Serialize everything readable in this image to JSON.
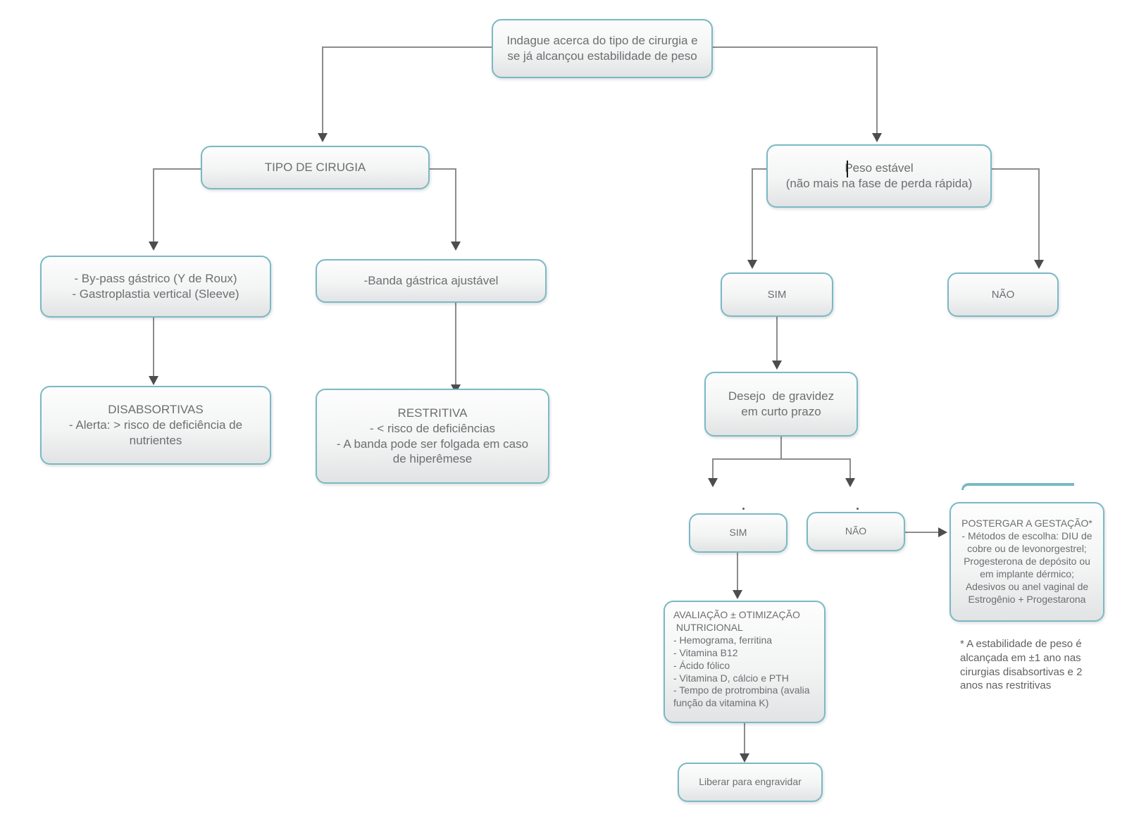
{
  "colors": {
    "box_border": "#7ab9c5",
    "box_fill_top": "#fdfdfd",
    "box_fill_bottom": "#e2e3e4",
    "text": "#6d6e71",
    "connector": "#8a8c8e",
    "arrowhead": "#4d4d4f"
  },
  "nodes": {
    "indague": {
      "lines": [
        "Indague acerca do tipo de cirurgia e",
        "se já alcançou estabilidade de peso"
      ]
    },
    "tipo_cirugia": {
      "label": "TIPO DE CIRUGIA"
    },
    "peso_estavel": {
      "lines": [
        "Peso estável",
        "(não mais na fase de perda rápida)"
      ]
    },
    "bypass_sleeve": {
      "lines": [
        "- By-pass gástrico (Y de Roux)",
        "- Gastroplastia vertical (Sleeve)"
      ]
    },
    "banda_gastrica": {
      "label": "-Banda gástrica ajustável"
    },
    "disabsortivas": {
      "lines": [
        "DISABSORTIVAS",
        "- Alerta: > risco de deficiência de",
        "nutrientes"
      ]
    },
    "restritiva": {
      "lines": [
        "RESTRITIVA",
        "- < risco de deficiências",
        "- A banda pode ser folgada em caso",
        "de hiperêmese"
      ]
    },
    "sim_peso": {
      "label": "SIM"
    },
    "nao_peso": {
      "label": "NÃO"
    },
    "desejo_gravidez": {
      "lines": [
        "Desejo  de gravidez",
        "em curto prazo"
      ]
    },
    "sim_desejo": {
      "label": "SIM"
    },
    "nao_desejo": {
      "label": "NÃO"
    },
    "postergar": {
      "lines": [
        "POSTERGAR A GESTAÇÃO*",
        "- Métodos de escolha: DIU de",
        "cobre ou de levonorgestrel;",
        "Progesterona de depósito ou",
        "em implante dérmico;",
        "Adesivos ou anel vaginal de",
        "Estrogênio + Progestarona"
      ]
    },
    "avaliacao": {
      "lines": [
        "AVALIAÇÃO ± OTIMIZAÇÃO",
        " NUTRICIONAL",
        "- Hemograma, ferritina",
        "- Vitamina B12",
        "- Ácido fólico",
        "- Vitamina D, cálcio e PTH",
        "- Tempo de protrombina (avalia",
        "função da vitamina K)"
      ]
    },
    "liberar": {
      "label": "Liberar para engravidar"
    }
  },
  "footnote": {
    "lines": [
      "* A estabilidade de peso é",
      "alcançada em ±1 ano nas",
      "cirurgias disabsortivas e 2",
      "anos nas restritivas"
    ]
  }
}
